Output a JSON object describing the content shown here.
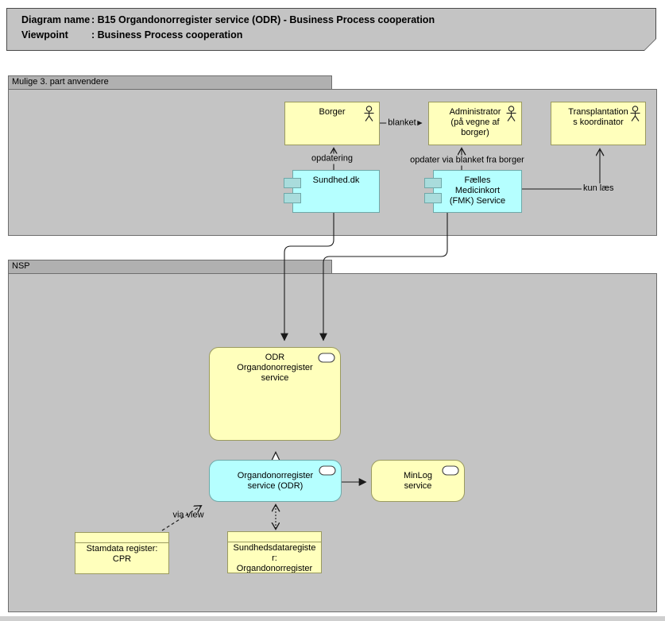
{
  "title": {
    "rows": [
      {
        "label": "Diagram name",
        "sep": ": ",
        "value": "B15 Organdonorregister service (ODR) - Business Process cooperation"
      },
      {
        "label": "Viewpoint",
        "sep": ": ",
        "value": "Business Process cooperation"
      }
    ]
  },
  "groups": {
    "third_party": {
      "label": "Mulige 3. part anvendere"
    },
    "nsp": {
      "label": "NSP"
    }
  },
  "nodes": {
    "borger": {
      "label": "Borger"
    },
    "administrator": {
      "label": "Administrator\n(på vegne af\nborger)"
    },
    "transplant": {
      "label": "Transplantation\ns koordinator"
    },
    "sundhed": {
      "label": "Sundhed.dk"
    },
    "fmk": {
      "label": "Fælles\nMedicinkort\n(FMK) Service"
    },
    "odr": {
      "label": "ODR\nOrgandonorregister\nservice"
    },
    "odr_service": {
      "label": "Organdonorregister\nservice (ODR)"
    },
    "minlog": {
      "label": "MinLog\nservice"
    },
    "stamdata": {
      "label": "Stamdata register:\nCPR"
    },
    "sundhedsdata": {
      "label": "Sundhedsdataregiste\nr:\nOrgandonorregister"
    }
  },
  "connections": {
    "blanket": {
      "label": "blanket"
    },
    "opdatering": {
      "label": "opdatering"
    },
    "opdater_via": {
      "label": "opdater via blanket fra borger"
    },
    "kun_laes": {
      "label": "kun læs"
    },
    "via_view": {
      "label": "via view"
    }
  },
  "icons": {
    "actor": "stick-figure",
    "application_service": "rounded-rectangle",
    "application_component": "side-chips"
  },
  "colors": {
    "yellow_fill": "#ffffbc",
    "yellow_border": "#9a9a5f",
    "cyan_fill": "#b5ffff",
    "cyan_border": "#6fa8a8",
    "group_fill": "#c4c4c4",
    "group_tab_fill": "#b0b0b0",
    "note_fill": "#c4c4c4",
    "line_color": "#1a1a1a"
  }
}
